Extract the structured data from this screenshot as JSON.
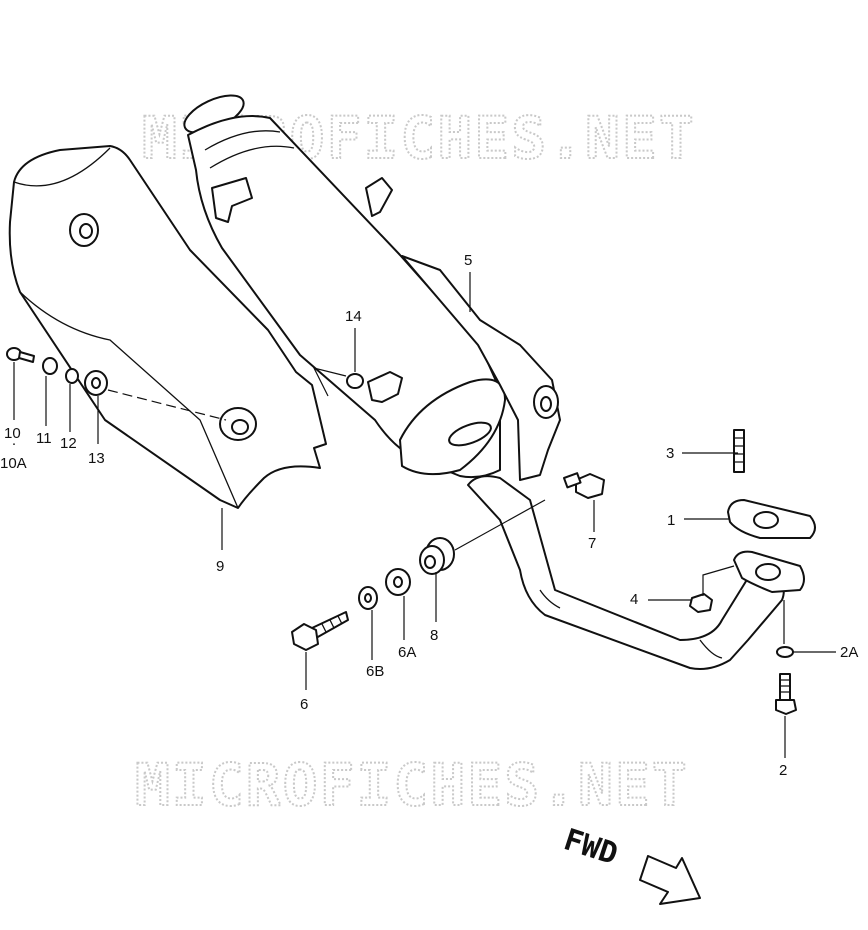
{
  "watermark": {
    "top_text": "MICROFICHES.NET",
    "bottom_text": "MICROFICHES.NET"
  },
  "direction_label": "FWD",
  "callouts": {
    "c1": "1",
    "c2": "2",
    "c2a": "2A",
    "c3": "3",
    "c4": "4",
    "c5": "5",
    "c6": "6",
    "c6a": "6A",
    "c6b": "6B",
    "c7": "7",
    "c8": "8",
    "c9": "9",
    "c10": "10",
    "c10a": "10A",
    "c11": "11",
    "c12": "12",
    "c13": "13",
    "c14": "14"
  },
  "icons": {
    "direction_arrow": "fwd-arrow-icon"
  }
}
